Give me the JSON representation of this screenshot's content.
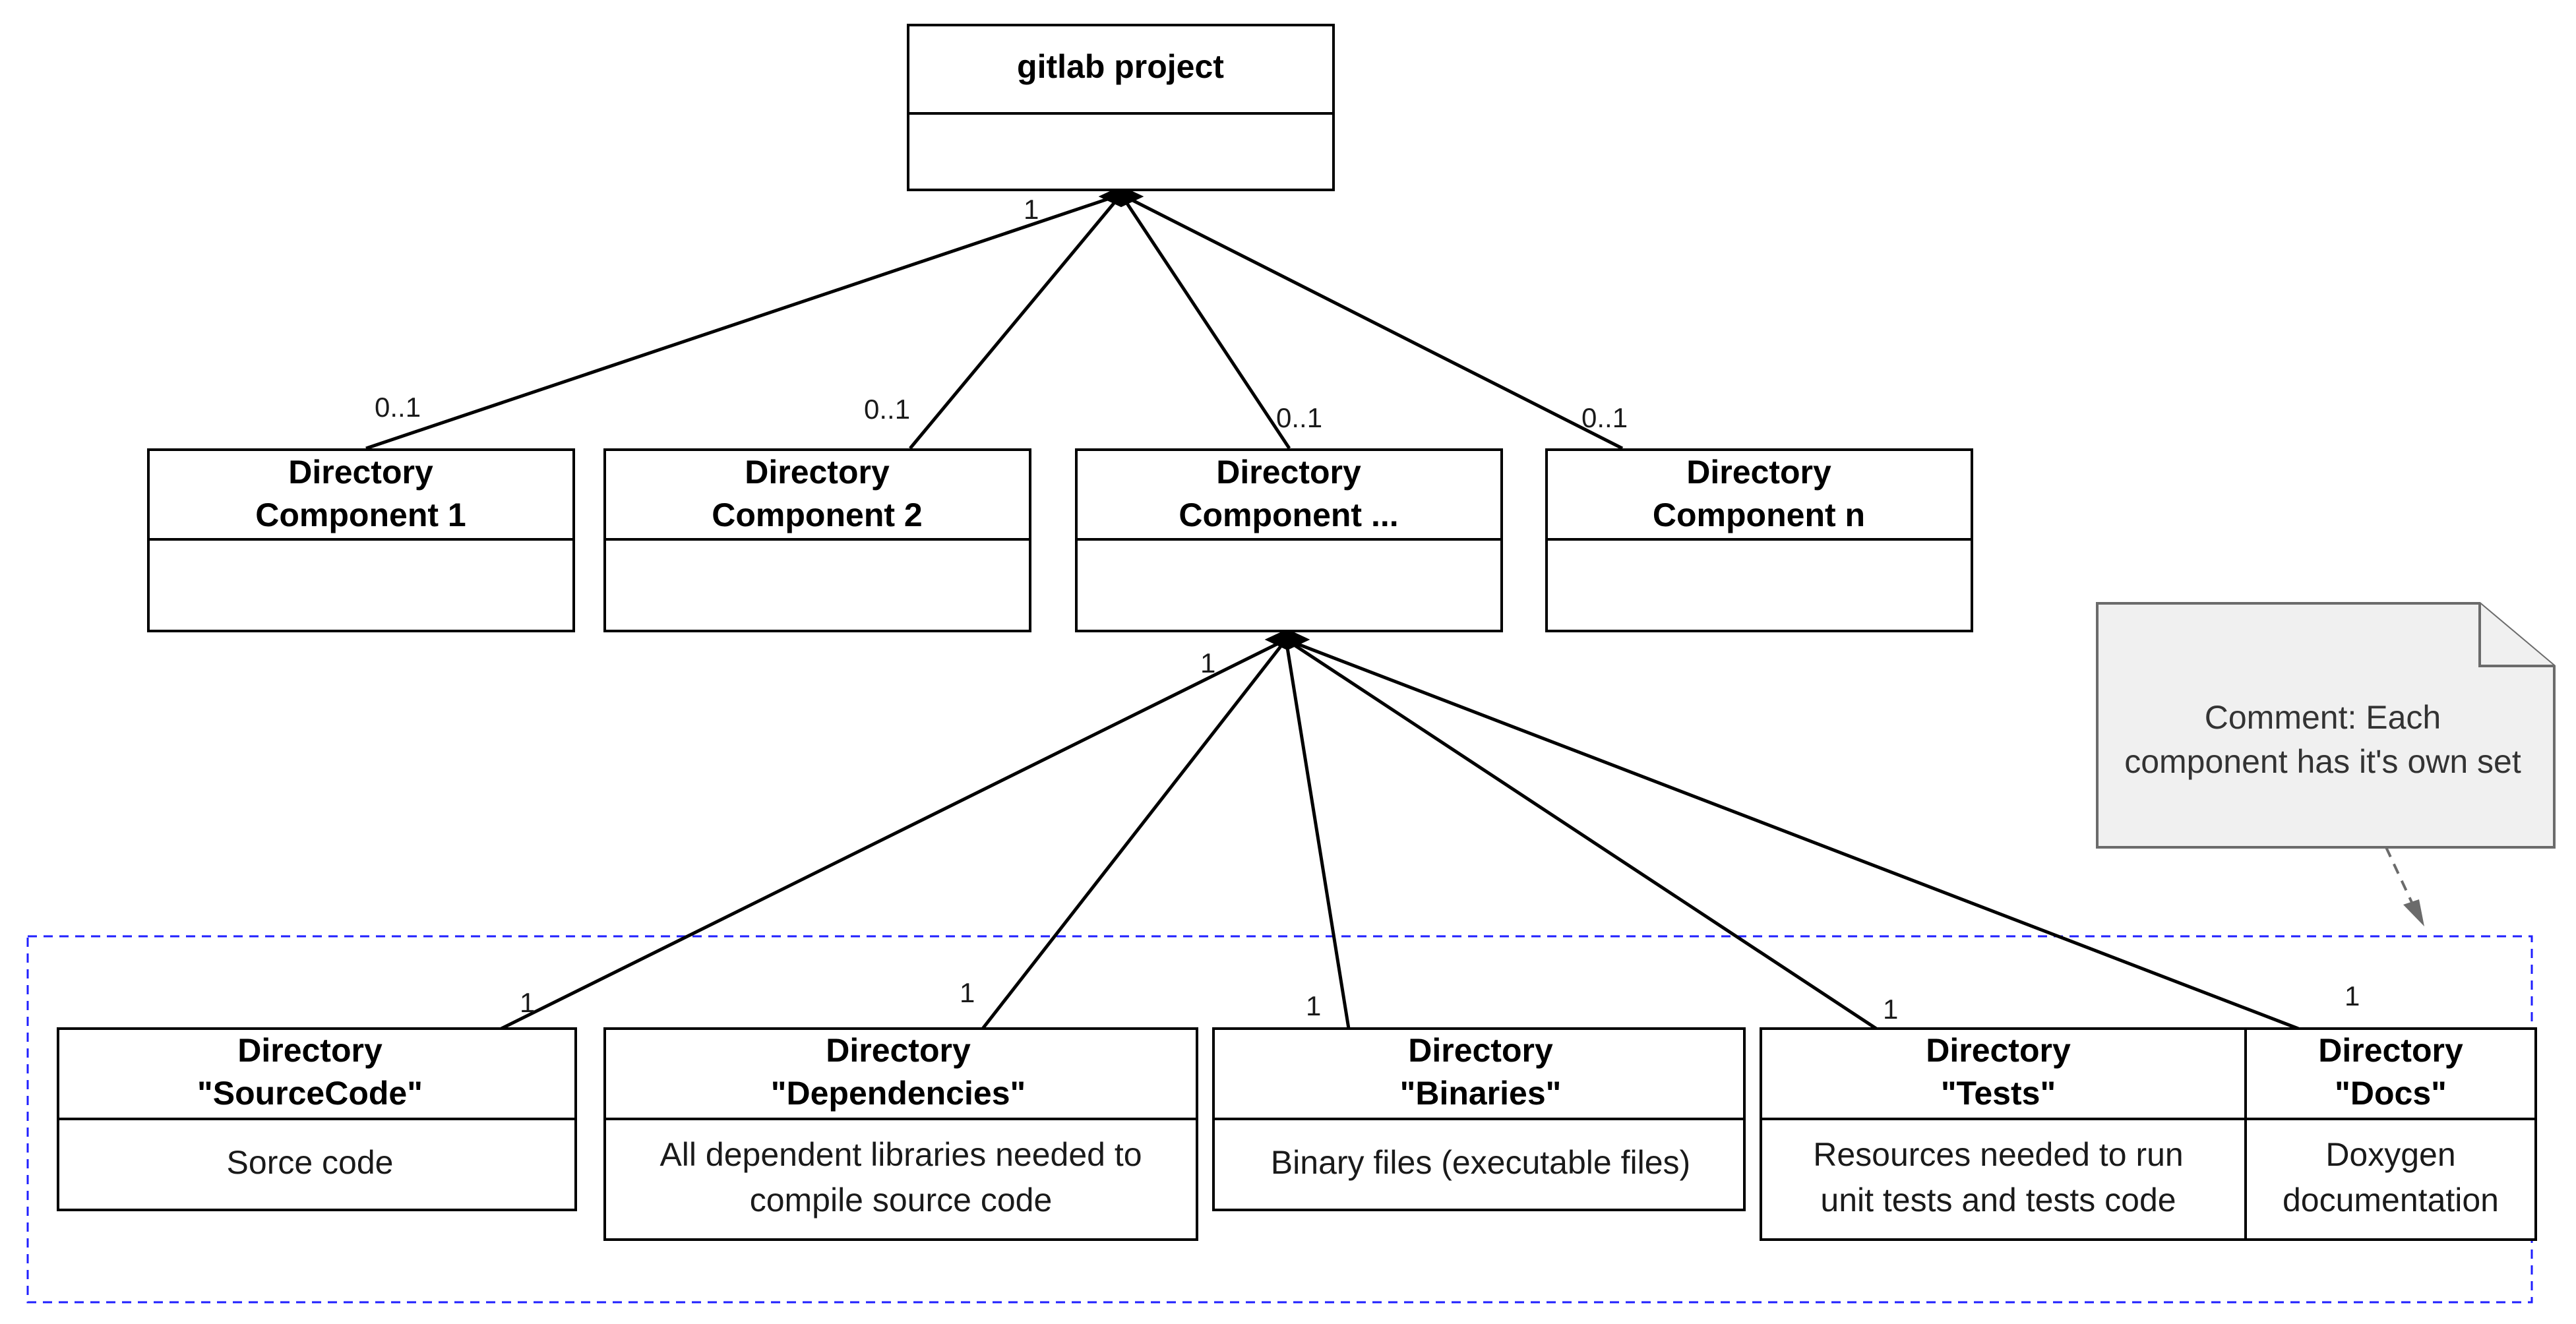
{
  "root": {
    "title": "gitlab project"
  },
  "components": [
    {
      "title_line1": "Directory",
      "title_line2": "Component 1"
    },
    {
      "title_line1": "Directory",
      "title_line2": "Component 2"
    },
    {
      "title_line1": "Directory",
      "title_line2": "Component ..."
    },
    {
      "title_line1": "Directory",
      "title_line2": "Component n"
    }
  ],
  "component_multiplicity": {
    "parent": "1",
    "child": "0..1"
  },
  "subdirs": [
    {
      "title_line1": "Directory",
      "title_line2": "\"SourceCode\"",
      "body_line1": "Sorce code",
      "body_line2": ""
    },
    {
      "title_line1": "Directory",
      "title_line2": "\"Dependencies\"",
      "body_line1": "All dependent libraries needed to",
      "body_line2": "compile source code"
    },
    {
      "title_line1": "Directory",
      "title_line2": "\"Binaries\"",
      "body_line1": "Binary files (executable files)",
      "body_line2": ""
    },
    {
      "title_line1": "Directory",
      "title_line2": "\"Tests\"",
      "body_line1": "Resources needed to run",
      "body_line2": "unit tests and tests code"
    },
    {
      "title_line1": "Directory",
      "title_line2": "\"Docs\"",
      "body_line1": "Doxygen",
      "body_line2": "documentation"
    }
  ],
  "subdir_multiplicity": {
    "parent": "1",
    "child": "1"
  },
  "note": {
    "line1": "Comment: Each",
    "line2": "component has it's own set"
  },
  "colors": {
    "stroke": "#000000",
    "group_border": "#1f1fff",
    "note_fill": "#f0f0f0",
    "note_border": "#6b6b6b"
  }
}
